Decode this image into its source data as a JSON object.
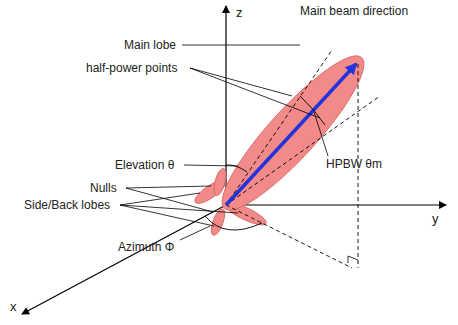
{
  "diagram": {
    "labels": [
      "z",
      "Main beam direction",
      "Main lobe",
      "half-power points",
      "Elevation θ",
      "HPBW θm",
      "Nulls",
      "Side/Back lobes",
      "y",
      "Azimuth Φ",
      "x"
    ]
  }
}
